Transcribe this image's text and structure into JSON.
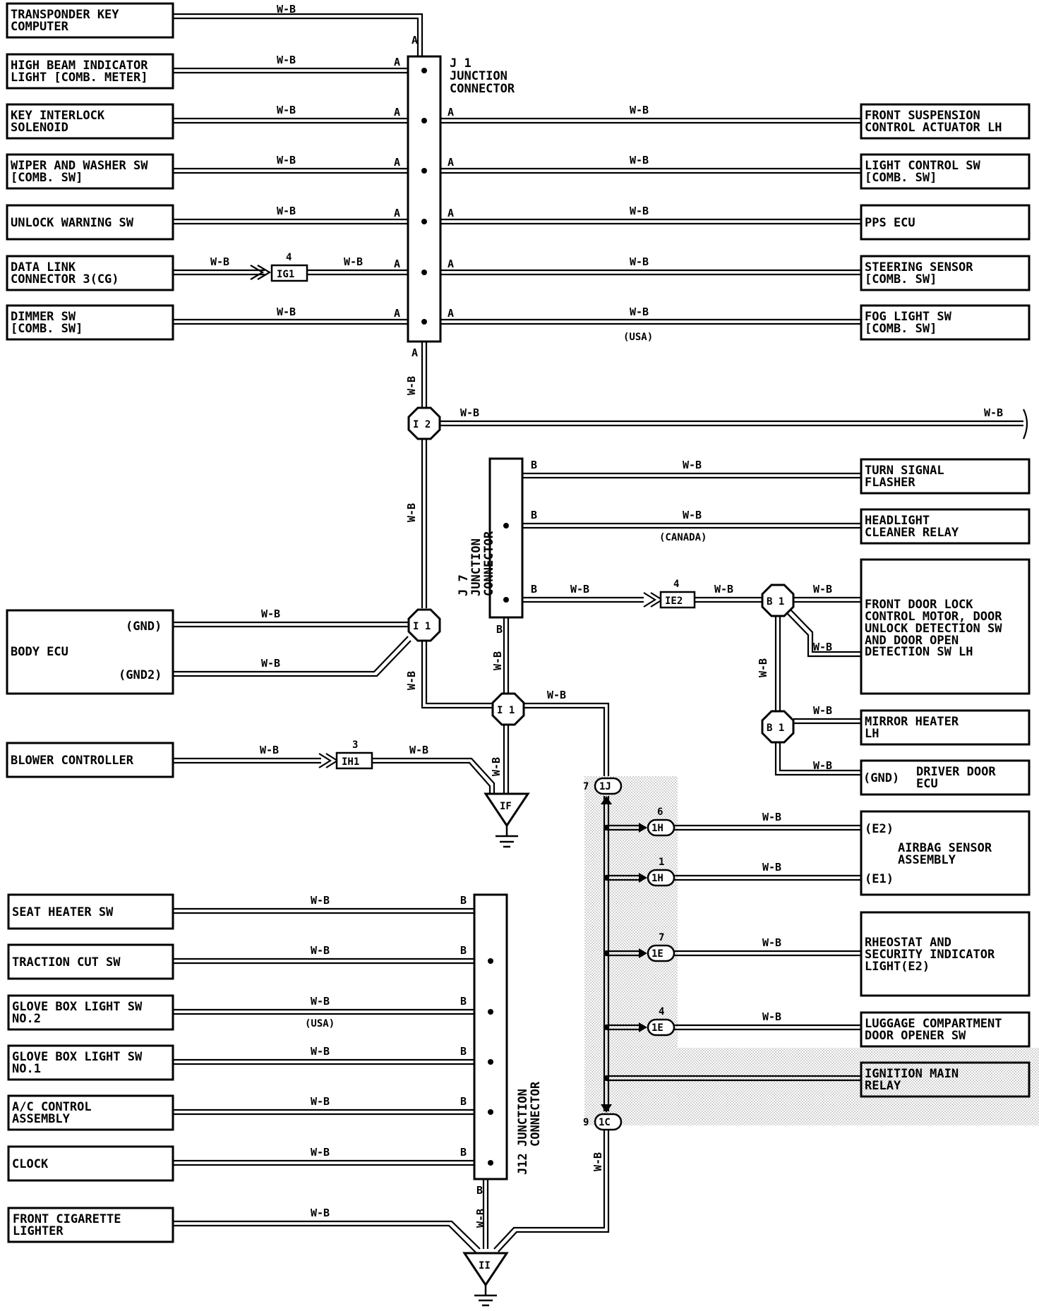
{
  "wire_color": "W-B",
  "left_components": [
    {
      "line1": "TRANSPONDER KEY",
      "line2": "COMPUTER"
    },
    {
      "line1": "HIGH BEAM INDICATOR",
      "line2": "LIGHT [COMB. METER]"
    },
    {
      "line1": "KEY INTERLOCK",
      "line2": "SOLENOID"
    },
    {
      "line1": "WIPER AND WASHER SW",
      "line2": "[COMB. SW]"
    },
    {
      "line1": "UNLOCK WARNING SW",
      "line2": ""
    },
    {
      "line1": "DATA LINK",
      "line2": "CONNECTOR 3(CG)"
    },
    {
      "line1": "DIMMER SW",
      "line2": "[COMB. SW]"
    }
  ],
  "right_components_j1": [
    {
      "line1": "FRONT SUSPENSION",
      "line2": "CONTROL ACTUATOR LH"
    },
    {
      "line1": "LIGHT CONTROL SW",
      "line2": "[COMB. SW]"
    },
    {
      "line1": "PPS ECU",
      "line2": ""
    },
    {
      "line1": "STEERING SENSOR",
      "line2": "[COMB. SW]"
    },
    {
      "line1": "FOG LIGHT SW",
      "line2": "[COMB. SW]"
    }
  ],
  "j1": {
    "name": "J 1",
    "line1": "JUNCTION",
    "line2": "CONNECTOR",
    "pin": "A"
  },
  "j7": {
    "name": "J 7",
    "line1": "JUNCTION",
    "line2": "CONNECTOR",
    "pin": "B"
  },
  "j12": {
    "name": "J12",
    "line1": "JUNCTION",
    "line2": "CONNECTOR",
    "pin": "B"
  },
  "connectors": {
    "igi": "IG1",
    "igi_pin": "4",
    "ie2": "IE2",
    "ie2_pin": "4",
    "ih1": "IH1",
    "ih1_pin": "3",
    "i2": "I 2",
    "i1a": "I 1",
    "i1b": "I 1",
    "b1a": "B 1",
    "b1b": "B 1",
    "if": "IF",
    "ii": "II",
    "p1j": "1J",
    "p1j_pin": "7",
    "p1h_a": "1H",
    "p1h_a_pin": "6",
    "p1h_b": "1H",
    "p1h_b_pin": "1",
    "p1e_a": "1E",
    "p1e_a_pin": "7",
    "p1e_b": "1E",
    "p1e_b_pin": "4",
    "p1c": "1C",
    "p1c_pin": "9"
  },
  "notes": {
    "usa": "(USA)",
    "canada": "(CANADA)",
    "usa2": "(USA)"
  },
  "j7_components": [
    {
      "line1": "TURN SIGNAL",
      "line2": "FLASHER"
    },
    {
      "line1": "HEADLIGHT",
      "line2": "CLEANER RELAY"
    }
  ],
  "door_lock": {
    "l1": "FRONT DOOR LOCK",
    "l2": "CONTROL MOTOR, DOOR",
    "l3": "UNLOCK DETECTION SW",
    "l4": "AND DOOR OPEN",
    "l5": "DETECTION SW LH"
  },
  "mirror": {
    "line1": "MIRROR HEATER",
    "line2": "LH"
  },
  "driver_door": {
    "gnd": "(GND)",
    "line1": "DRIVER DOOR",
    "line2": "ECU"
  },
  "body_ecu": {
    "name": "BODY ECU",
    "gnd": "(GND)",
    "gnd2": "(GND2)"
  },
  "blower": "BLOWER CONTROLLER",
  "airbag": {
    "e2": "(E2)",
    "line1": "AIRBAG SENSOR",
    "line2": "ASSEMBLY",
    "e1": "(E1)"
  },
  "rheostat": {
    "line1": "RHEOSTAT AND",
    "line2": "SECURITY INDICATOR",
    "line3": "LIGHT(E2)"
  },
  "luggage": {
    "line1": "LUGGAGE COMPARTMENT",
    "line2": "DOOR OPENER SW"
  },
  "ignition": {
    "line1": "IGNITION MAIN",
    "line2": "RELAY"
  },
  "j12_components": [
    {
      "line1": "SEAT HEATER SW",
      "line2": ""
    },
    {
      "line1": "TRACTION CUT SW",
      "line2": ""
    },
    {
      "line1": "GLOVE BOX LIGHT SW",
      "line2": "NO.2"
    },
    {
      "line1": "GLOVE BOX LIGHT SW",
      "line2": "NO.1"
    },
    {
      "line1": "A/C CONTROL",
      "line2": "ASSEMBLY"
    },
    {
      "line1": "CLOCK",
      "line2": ""
    }
  ],
  "cigarette": {
    "line1": "FRONT CIGARETTE",
    "line2": "LIGHTER"
  }
}
